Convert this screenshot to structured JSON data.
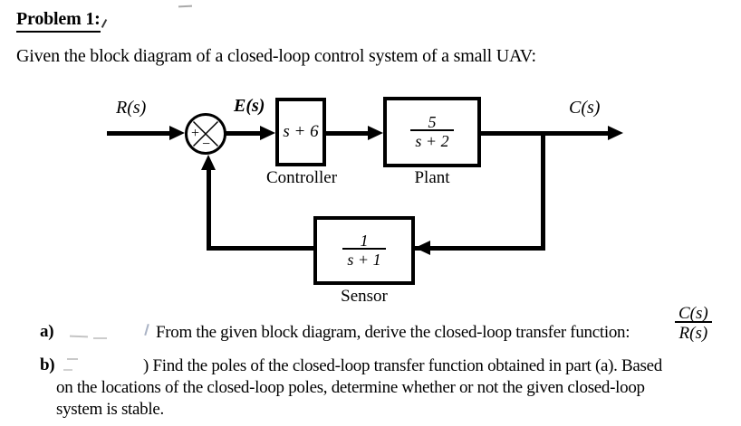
{
  "title": "Problem 1:",
  "intro": "Given the block diagram of a closed-loop control system of a small UAV:",
  "diagram": {
    "labels": {
      "input": "R(s)",
      "error": "E(s)",
      "output": "C(s)"
    },
    "summing_junction": {
      "plus": "+",
      "minus": "−"
    },
    "blocks": {
      "controller": {
        "expr": "s + 6",
        "caption": "Controller"
      },
      "plant": {
        "numerator": "5",
        "denominator": "s + 2",
        "caption": "Plant"
      },
      "sensor": {
        "numerator": "1",
        "denominator": "s + 1",
        "caption": "Sensor"
      }
    }
  },
  "parts": {
    "a": {
      "marker": "a)",
      "text": "From the given block diagram, derive the closed-loop transfer function:",
      "fraction": {
        "numerator": "C(s)",
        "denominator": "R(s)"
      }
    },
    "b": {
      "marker": "b)",
      "lines": [
        ") Find the poles of the closed-loop transfer function obtained in part (a). Based",
        "on the locations of the closed-loop poles, determine whether or not the given closed-loop",
        "system is stable."
      ]
    }
  }
}
